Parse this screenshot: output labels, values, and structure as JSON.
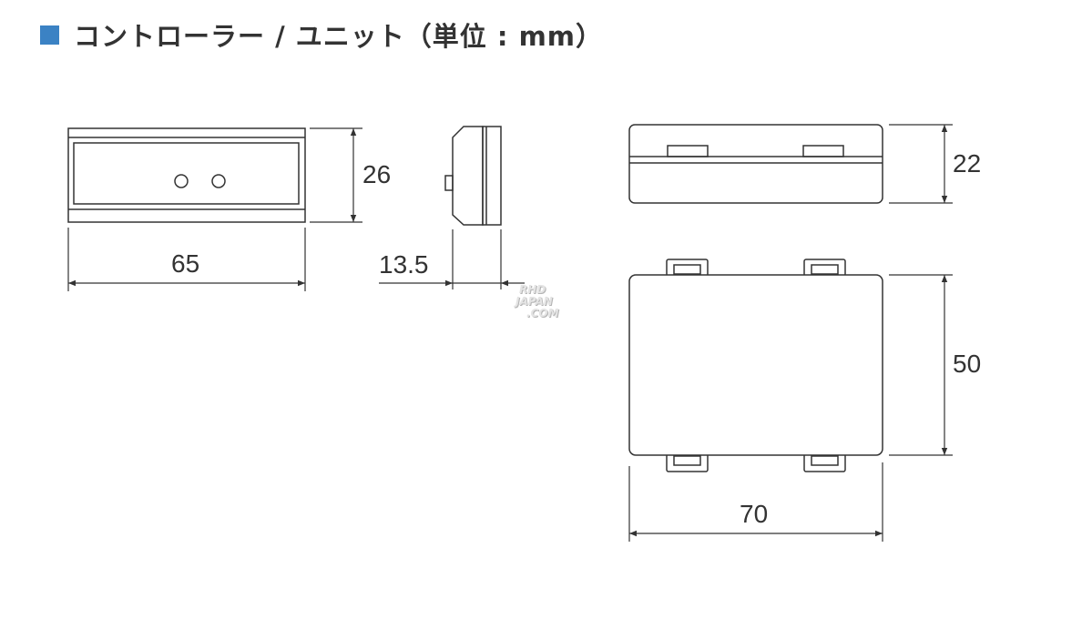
{
  "title": "コントローラー / ユニット（単位 : mm）",
  "dimensions": {
    "controller_width": "65",
    "controller_height": "26",
    "controller_depth": "13.5",
    "unit_height": "22",
    "unit_depth": "50",
    "unit_width": "70"
  },
  "watermark": {
    "line1": "RHD",
    "line2": "JAPAN",
    "line3": ".COM"
  },
  "colors": {
    "accent": "#3b82c4",
    "line": "#333333",
    "text": "#333333"
  },
  "icons": {
    "title_marker": "blue-square-icon"
  }
}
